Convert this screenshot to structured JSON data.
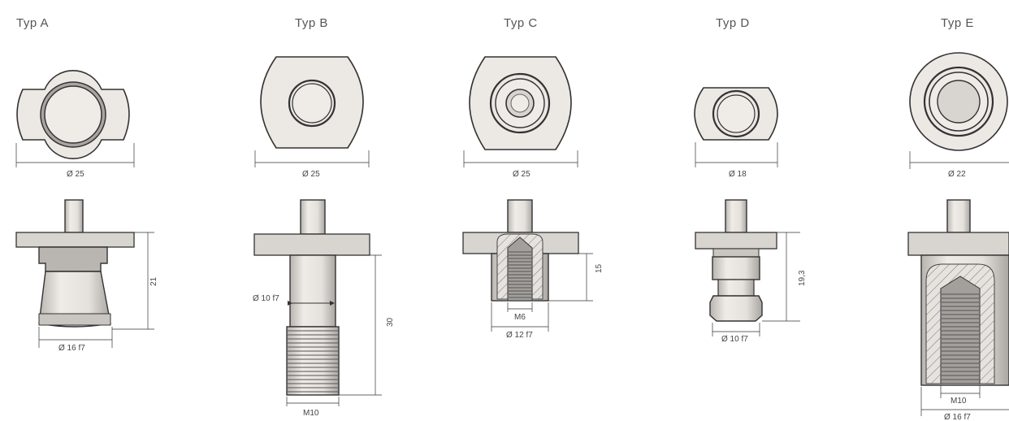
{
  "types": [
    {
      "title": "Typ A",
      "top_dim": "Ø 25",
      "bottom_dim": "Ø 16 f7",
      "height_dim": "21"
    },
    {
      "title": "Typ B",
      "top_dim": "Ø 25",
      "shaft_dim": "Ø 10 f7",
      "thread_dim": "M10",
      "height_dim": "30"
    },
    {
      "title": "Typ C",
      "top_dim": "Ø 25",
      "thread_dim": "M6",
      "bottom_dim": "Ø 12 f7",
      "height_dim": "15"
    },
    {
      "title": "Typ D",
      "top_dim": "Ø 18",
      "bottom_dim": "Ø 10 f7",
      "height_dim": "19,3"
    },
    {
      "title": "Typ E",
      "top_dim": "Ø 22",
      "thread_dim": "M10",
      "bottom_dim": "Ø 16 f7"
    }
  ]
}
